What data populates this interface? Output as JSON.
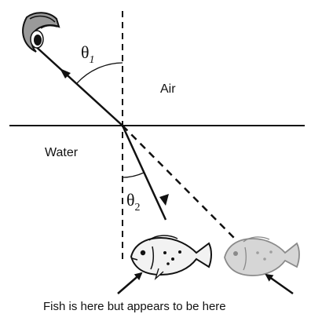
{
  "labels": {
    "medium_top": "Air",
    "medium_bottom": "Water",
    "angle_1_symbol": "θ",
    "angle_1_subscript": "1",
    "angle_2_symbol": "θ",
    "angle_2_subscript": "2",
    "caption": "Fish is here but appears to be here"
  },
  "colors": {
    "ink": "#111111",
    "real_fish": "#f2f2f2",
    "apparent_fish": "#d6d6d6",
    "eye_shade": "#9a9a9a"
  },
  "icons": {
    "observer": "eye-icon",
    "real_fish": "fish-icon",
    "apparent_fish": "fish-image-icon"
  }
}
